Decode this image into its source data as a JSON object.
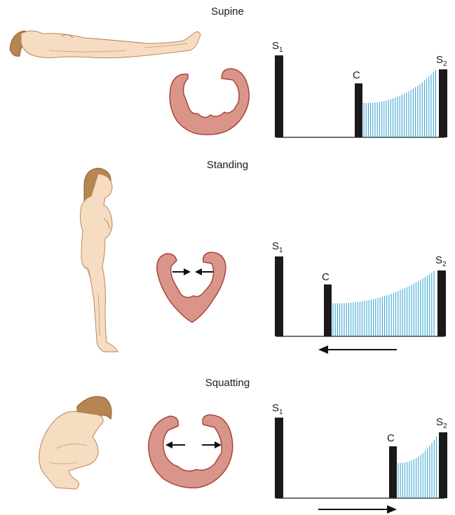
{
  "panels": [
    {
      "title": "Supine",
      "posture": "supine",
      "ventricle_size": "normal",
      "arrow_direction": "none",
      "labels": {
        "s1": "S",
        "s1_sub": "1",
        "click": "C",
        "s2": "S",
        "s2_sub": "2"
      },
      "click_position_fraction": 0.48,
      "murmur_shape": "crescendo"
    },
    {
      "title": "Standing",
      "posture": "standing",
      "ventricle_size": "small",
      "ventricle_arrows": "inward",
      "arrow_direction": "left",
      "labels": {
        "s1": "S",
        "s1_sub": "1",
        "click": "C",
        "s2": "S",
        "s2_sub": "2"
      },
      "click_position_fraction": 0.25,
      "murmur_shape": "crescendo"
    },
    {
      "title": "Squatting",
      "posture": "squatting",
      "ventricle_size": "large",
      "ventricle_arrows": "outward",
      "arrow_direction": "right",
      "labels": {
        "s1": "S",
        "s1_sub": "1",
        "click": "C",
        "s2": "S",
        "s2_sub": "2"
      },
      "click_position_fraction": 0.68,
      "murmur_shape": "crescendo"
    }
  ],
  "colors": {
    "sound_bar": "#1a1a1a",
    "murmur": "#2a9fd0",
    "heart_fill": "#d9958a",
    "heart_stroke": "#a8463c",
    "skin": "#f6dcc0",
    "skin_stroke": "#b9865e",
    "hair": "#b5864f"
  }
}
